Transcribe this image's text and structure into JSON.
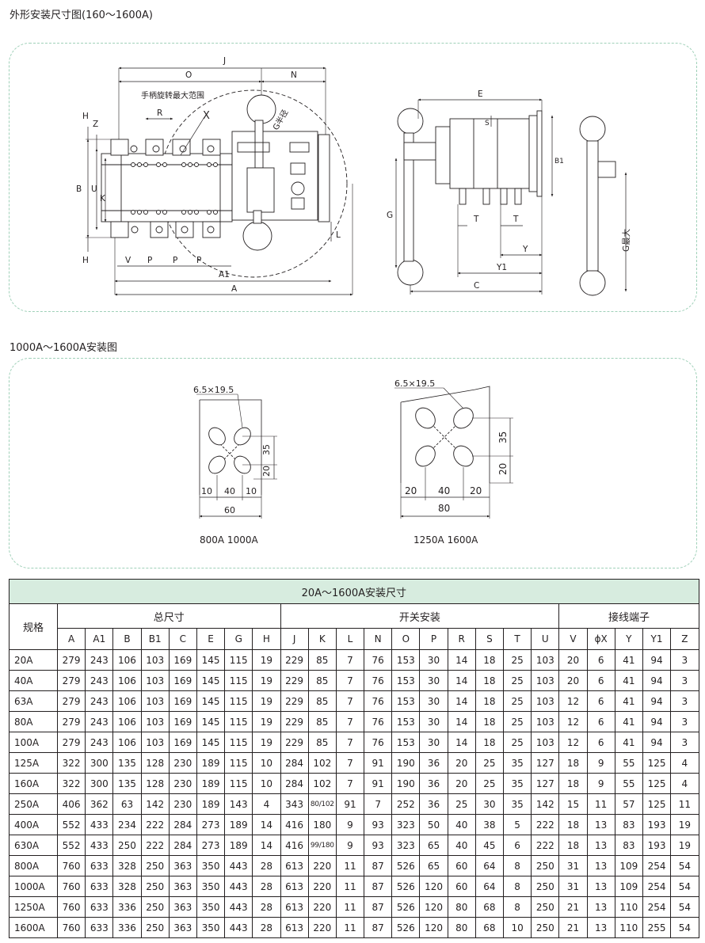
{
  "headings": {
    "outline": "外形安装尺寸图(160～1600A)",
    "mounting": "1000A～1600A安装图"
  },
  "drawing1": {
    "dims": [
      "J",
      "O",
      "N",
      "R",
      "H",
      "Z",
      "B",
      "U",
      "K",
      "X",
      "V",
      "P",
      "P",
      "P",
      "H",
      "A1",
      "A",
      "L",
      "E",
      "S",
      "B1",
      "G",
      "T",
      "T",
      "Y",
      "Y1",
      "C",
      "G最大"
    ],
    "callouts": {
      "rotation": "手柄旋转最大范围",
      "radius": "G半径"
    }
  },
  "drawing2": {
    "left": {
      "hole": "6.5×19.5",
      "v1": "35",
      "v2": "20",
      "h1": "10",
      "h2": "40",
      "h3": "10",
      "total": "60",
      "caption": "800A  1000A"
    },
    "right": {
      "hole": "6.5×19.5",
      "v1": "35",
      "v2": "20",
      "h1": "20",
      "h2": "40",
      "h3": "20",
      "total": "80",
      "caption": "1250A  1600A"
    }
  },
  "table": {
    "title": "20A～1600A安装尺寸",
    "spec_label": "规格",
    "groups": [
      "总尺寸",
      "开关安装",
      "接线端子"
    ],
    "columns": [
      "A",
      "A1",
      "B",
      "B1",
      "C",
      "E",
      "G",
      "H",
      "J",
      "K",
      "L",
      "N",
      "O",
      "P",
      "R",
      "S",
      "T",
      "U",
      "V",
      "ϕX",
      "Y",
      "Y1",
      "Z"
    ],
    "rows": [
      [
        "20A",
        "279",
        "243",
        "106",
        "103",
        "169",
        "145",
        "115",
        "19",
        "229",
        "85",
        "7",
        "76",
        "153",
        "30",
        "14",
        "18",
        "25",
        "103",
        "20",
        "6",
        "41",
        "94",
        "3"
      ],
      [
        "40A",
        "279",
        "243",
        "106",
        "103",
        "169",
        "145",
        "115",
        "19",
        "229",
        "85",
        "7",
        "76",
        "153",
        "30",
        "14",
        "18",
        "25",
        "103",
        "20",
        "6",
        "41",
        "94",
        "3"
      ],
      [
        "63A",
        "279",
        "243",
        "106",
        "103",
        "169",
        "145",
        "115",
        "19",
        "229",
        "85",
        "7",
        "76",
        "153",
        "30",
        "14",
        "18",
        "25",
        "103",
        "12",
        "6",
        "41",
        "94",
        "3"
      ],
      [
        "80A",
        "279",
        "243",
        "106",
        "103",
        "169",
        "145",
        "115",
        "19",
        "229",
        "85",
        "7",
        "76",
        "153",
        "30",
        "14",
        "18",
        "25",
        "103",
        "12",
        "6",
        "41",
        "94",
        "3"
      ],
      [
        "100A",
        "279",
        "243",
        "106",
        "103",
        "169",
        "145",
        "115",
        "19",
        "229",
        "85",
        "7",
        "76",
        "153",
        "30",
        "14",
        "18",
        "25",
        "103",
        "12",
        "6",
        "41",
        "94",
        "3"
      ],
      [
        "125A",
        "322",
        "300",
        "135",
        "128",
        "230",
        "189",
        "115",
        "10",
        "284",
        "102",
        "7",
        "91",
        "190",
        "36",
        "20",
        "25",
        "35",
        "127",
        "18",
        "9",
        "55",
        "125",
        "4"
      ],
      [
        "160A",
        "322",
        "300",
        "135",
        "128",
        "230",
        "189",
        "115",
        "10",
        "284",
        "102",
        "7",
        "91",
        "190",
        "36",
        "20",
        "25",
        "35",
        "127",
        "18",
        "9",
        "55",
        "125",
        "4"
      ],
      [
        "250A",
        "406",
        "362",
        "63",
        "142",
        "230",
        "189",
        "143",
        "4",
        "343",
        "80/102",
        "91",
        "7",
        "252",
        "36",
        "25",
        "30",
        "35",
        "142",
        "15",
        "11",
        "57",
        "125",
        "11"
      ],
      [
        "400A",
        "552",
        "433",
        "234",
        "222",
        "284",
        "273",
        "189",
        "14",
        "416",
        "180",
        "9",
        "93",
        "323",
        "50",
        "40",
        "38",
        "5",
        "222",
        "18",
        "13",
        "83",
        "193",
        "19"
      ],
      [
        "630A",
        "552",
        "433",
        "250",
        "222",
        "284",
        "273",
        "189",
        "14",
        "416",
        "99/180",
        "9",
        "93",
        "323",
        "65",
        "40",
        "45",
        "6",
        "222",
        "18",
        "13",
        "83",
        "193",
        "19"
      ],
      [
        "800A",
        "760",
        "633",
        "328",
        "250",
        "363",
        "350",
        "443",
        "28",
        "613",
        "220",
        "11",
        "87",
        "526",
        "65",
        "60",
        "64",
        "8",
        "250",
        "31",
        "13",
        "109",
        "254",
        "54"
      ],
      [
        "1000A",
        "760",
        "633",
        "328",
        "250",
        "363",
        "350",
        "443",
        "28",
        "613",
        "220",
        "11",
        "87",
        "526",
        "120",
        "60",
        "64",
        "8",
        "250",
        "31",
        "13",
        "109",
        "254",
        "54"
      ],
      [
        "1250A",
        "760",
        "633",
        "336",
        "250",
        "363",
        "350",
        "443",
        "28",
        "613",
        "220",
        "11",
        "87",
        "526",
        "120",
        "80",
        "68",
        "8",
        "250",
        "21",
        "13",
        "110",
        "254",
        "54"
      ],
      [
        "1600A",
        "760",
        "633",
        "336",
        "250",
        "363",
        "350",
        "443",
        "28",
        "613",
        "220",
        "11",
        "87",
        "526",
        "120",
        "80",
        "68",
        "10",
        "250",
        "21",
        "13",
        "110",
        "255",
        "54"
      ]
    ]
  }
}
